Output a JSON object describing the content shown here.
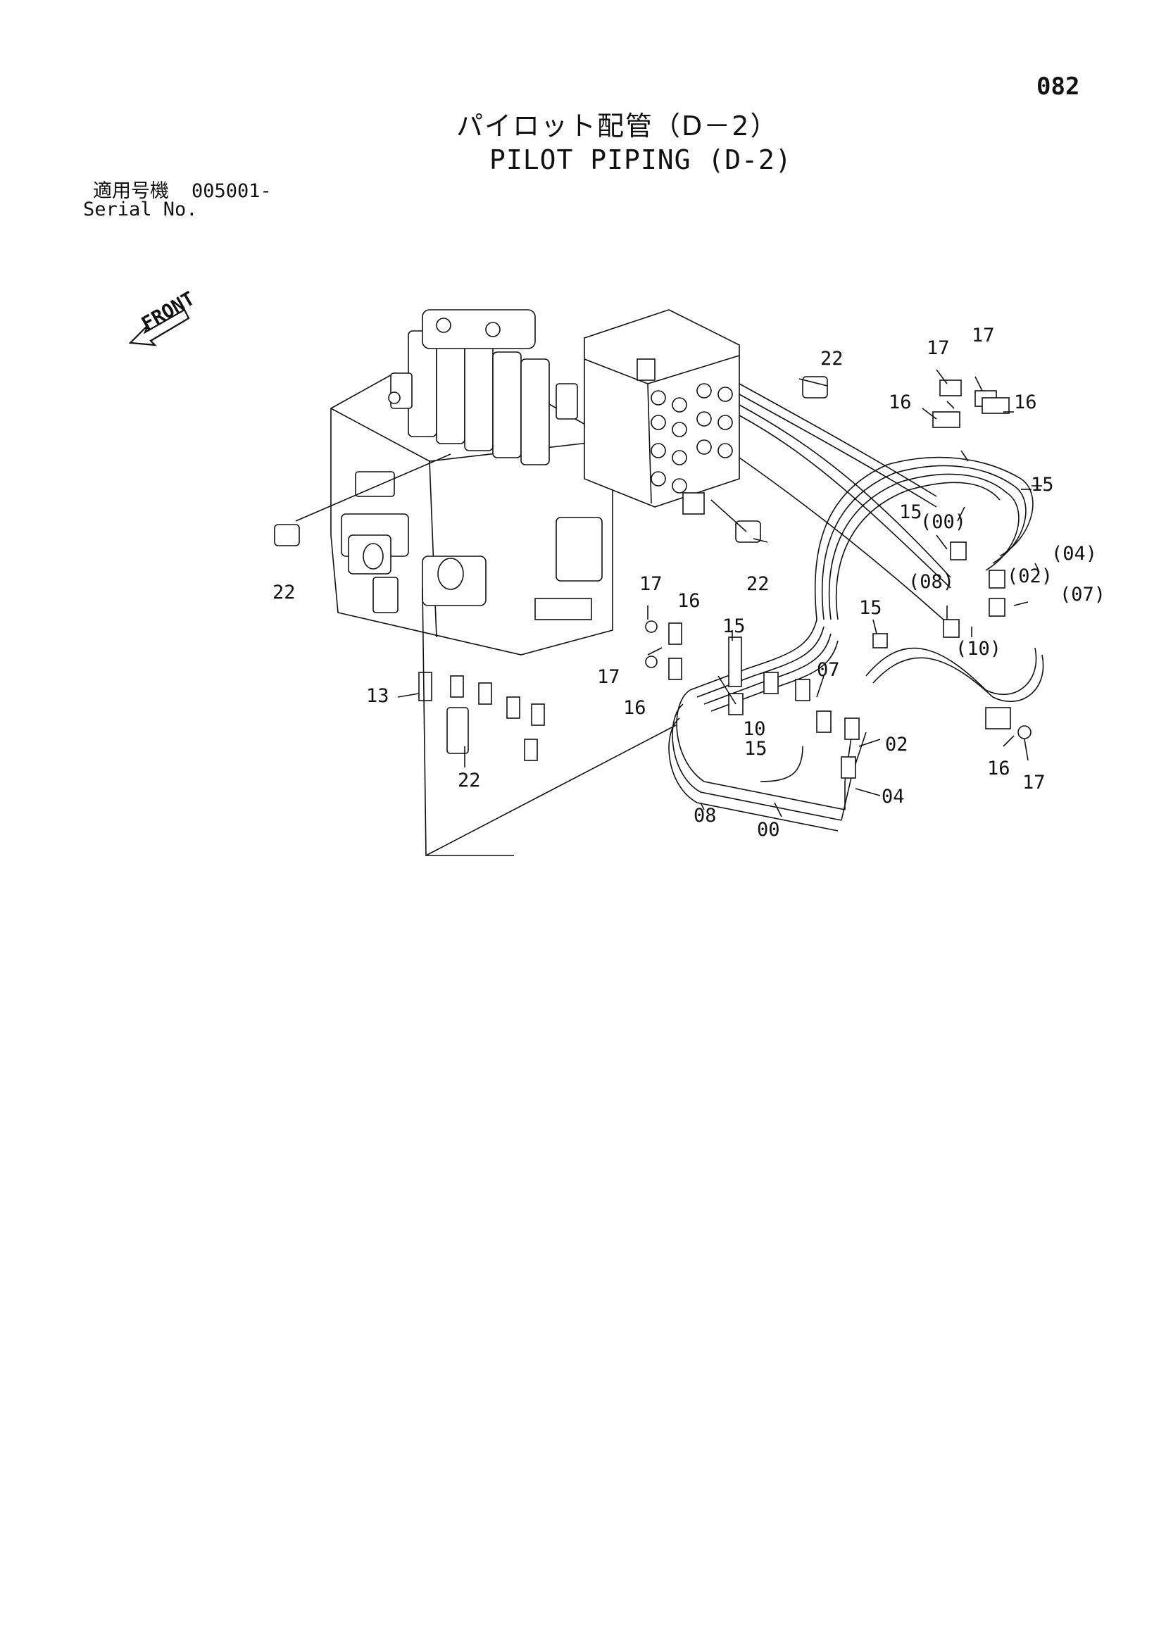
{
  "header": {
    "page_number": "082",
    "title_jp": "パイロット配管（D－2）",
    "title_en": "PILOT PIPING (D-2)",
    "serial_label_jp": "適用号機",
    "serial_number": "005001-",
    "serial_label_en": "Serial No."
  },
  "diagram": {
    "front_marker": "FRONT",
    "callouts": {
      "c22_top": "22",
      "c17_a": "17",
      "c17_b": "17",
      "c16_a": "16",
      "c16_b": "16",
      "c15_right": "15",
      "c15_mid": "15",
      "c00_paren": "(00)",
      "c04_paren": "(04)",
      "c02_paren": "(02)",
      "c07_paren": "(07)",
      "c08_paren": "(08)",
      "c10_paren": "(10)",
      "c22_left": "22",
      "c22_center": "22",
      "c17_c": "17",
      "c16_c": "16",
      "c15_c": "15",
      "c17_d": "17",
      "c16_d": "16",
      "c15_e": "15",
      "c07": "07",
      "c13": "13",
      "c10": "10",
      "c15_f": "15",
      "c02": "02",
      "c22_bottom": "22",
      "c08": "08",
      "c00": "00",
      "c04": "04",
      "c16_e": "16",
      "c17_e": "17"
    }
  }
}
